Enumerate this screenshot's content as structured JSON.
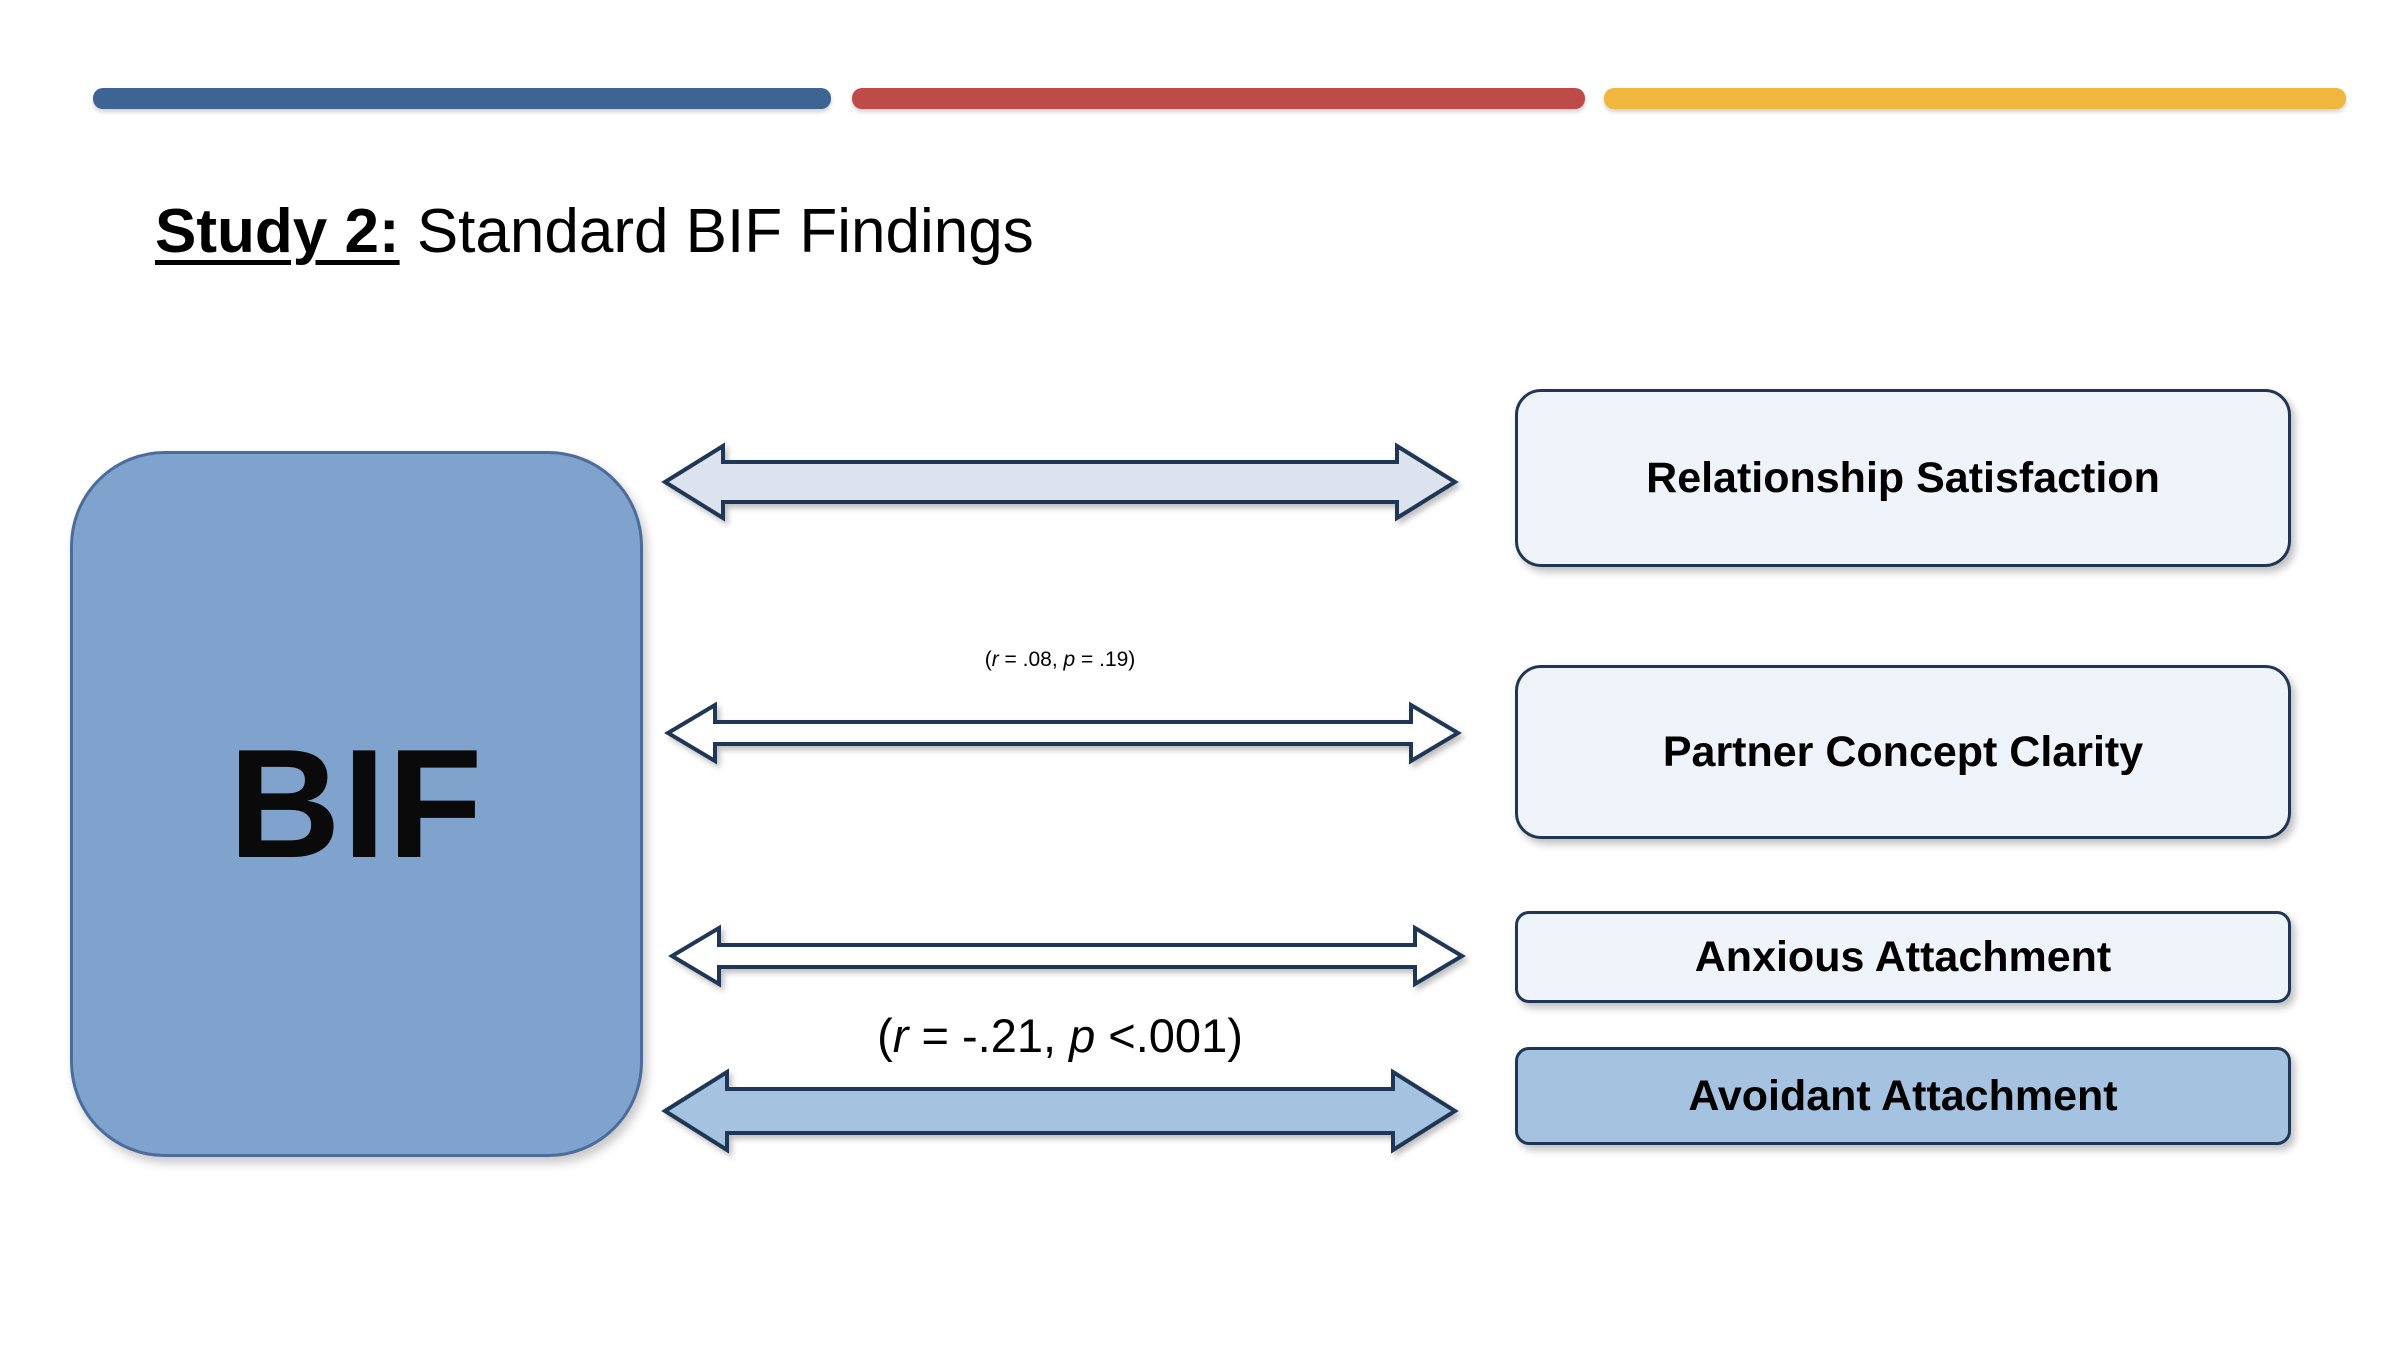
{
  "title": {
    "emphasis": "Study 2:",
    "rest": " Standard BIF Findings"
  },
  "bif_label": "BIF",
  "nodes": [
    {
      "label": "Relationship Satisfaction"
    },
    {
      "label": "Partner Concept Clarity"
    },
    {
      "label": "Anxious Attachment"
    },
    {
      "label": "Avoidant Attachment"
    }
  ],
  "stat_pcc": {
    "open": "(",
    "r_sym": "r",
    "r_rest": " = .08, ",
    "p_sym": "p",
    "p_rest": " = .19)"
  },
  "stat_avoidant": {
    "open": "(",
    "r_sym": "r",
    "r_rest": " = -.21, ",
    "p_sym": "p",
    "p_rest": " <.001)"
  },
  "colors": {
    "bar_blue": "#3E6493",
    "bar_red": "#BE4B48",
    "bar_gold": "#EFB73E",
    "bif_fill": "#7FA3CD",
    "bif_border": "#4C6C9C",
    "node_fill_light": "#EFF4FA",
    "node_fill_blue": "#A6C2E1",
    "outline_dark": "#1F3654",
    "arrow_fill_light": "#DCE2EE",
    "arrow_fill_white": "#FFFFFF",
    "arrow_fill_blue": "#A6C2E1"
  }
}
